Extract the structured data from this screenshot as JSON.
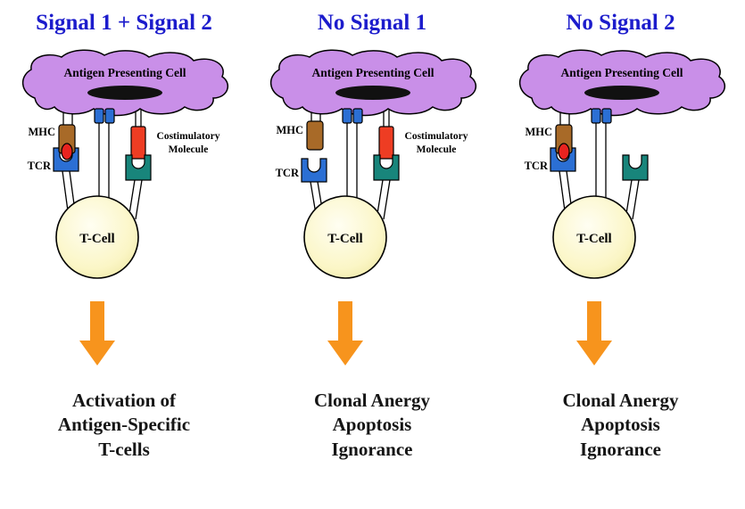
{
  "colors": {
    "title": "#1c1ccc",
    "apc": "#c98fe8",
    "nucleus": "#111111",
    "mhc": "#a86a28",
    "peptide": "#e8231f",
    "tcr": "#2b6fd4",
    "costim": "#ee3d23",
    "receptor": "#18857b",
    "arrow": "#f7941d",
    "outcome": "#151515"
  },
  "panels": [
    {
      "title": "Signal 1 + Signal 2",
      "labels": {
        "apc": "Antigen Presenting Cell",
        "mhc": "MHC",
        "tcr": "TCR",
        "costim_line1": "Costimulatory",
        "costim_line2": "Molecule",
        "tcell": "T-Cell"
      },
      "outcome": [
        "Activation of",
        "Antigen-Specific",
        "T-cells"
      ]
    },
    {
      "title": "No Signal 1",
      "labels": {
        "apc": "Antigen Presenting Cell",
        "mhc": "MHC",
        "tcr": "TCR",
        "costim_line1": "Costimulatory",
        "costim_line2": "Molecule",
        "tcell": "T-Cell"
      },
      "outcome": [
        "Clonal Anergy",
        "Apoptosis",
        "Ignorance"
      ]
    },
    {
      "title": "No Signal 2",
      "labels": {
        "apc": "Antigen Presenting Cell",
        "mhc": "MHC",
        "tcr": "TCR",
        "tcell": "T-Cell"
      },
      "outcome": [
        "Clonal Anergy",
        "Apoptosis",
        "Ignorance"
      ]
    }
  ]
}
